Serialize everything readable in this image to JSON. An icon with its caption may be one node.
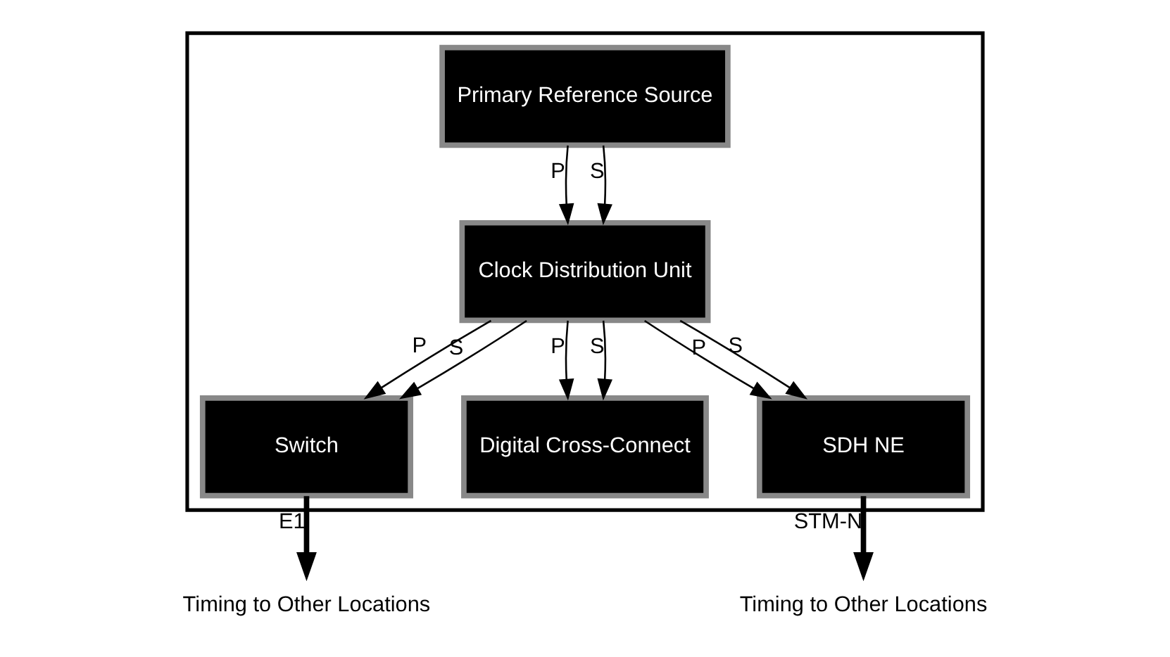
{
  "diagram": {
    "nodes": [
      {
        "text": [],
        "shape": "box"
      },
      {
        "text": [
          "Primary Reference Source"
        ],
        "in": 0
      },
      {
        "text": [
          "Clock Distribution Unit"
        ],
        "in": 0
      },
      {
        "text": [
          "Timing to Other Locations"
        ]
      },
      {
        "text": [
          "Switch"
        ],
        "in": 0
      },
      {
        "text": [
          "Digital Cross-Connect"
        ],
        "in": 0
      },
      {
        "text": [
          "SDH NE"
        ],
        "in": 0
      },
      {
        "text": [
          "Timing to Other Locations"
        ]
      }
    ],
    "edges": [
      {
        "from": 1,
        "to": 2,
        "arrow": "to",
        "label": "P"
      },
      {
        "from": 1,
        "to": 2,
        "arrow": "to",
        "label": "S"
      },
      {
        "from": 2,
        "to": 4,
        "arrow": "to",
        "label": "P"
      },
      {
        "from": 2,
        "to": 4,
        "arrow": "to",
        "label": "S"
      },
      {
        "from": 2,
        "to": 5,
        "arrow": "to",
        "label": "P"
      },
      {
        "from": 2,
        "to": 5,
        "arrow": "to",
        "label": "S"
      },
      {
        "from": 2,
        "to": 6,
        "arrow": "to",
        "label": "P"
      },
      {
        "from": 2,
        "to": 6,
        "arrow": "to",
        "label": "S"
      },
      {
        "from": 4,
        "to": 3,
        "arrow": "to",
        "label": "E1",
        "style": "thick"
      },
      {
        "from": 6,
        "to": 7,
        "arrow": "to",
        "label": "STM-N",
        "style": "thick"
      }
    ]
  }
}
